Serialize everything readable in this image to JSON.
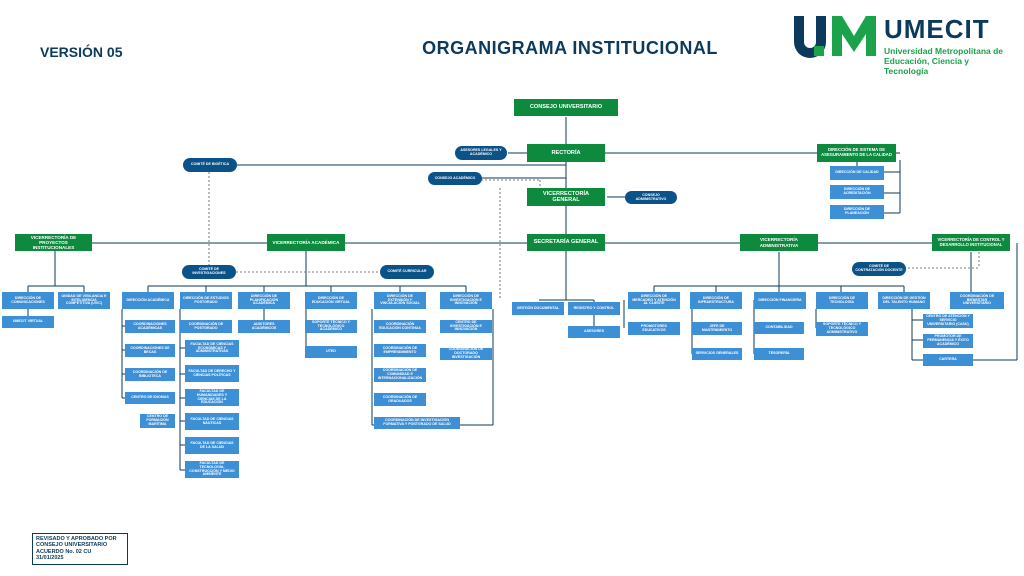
{
  "header": {
    "version": "VERSIÓN 05",
    "title": "ORGANIGRAMA INSTITUCIONAL"
  },
  "logo": {
    "name": "UMECIT",
    "subtitle_line1": "Universidad Metropolitana de",
    "subtitle_line2": "Educación, Ciencia y Tecnología"
  },
  "colors": {
    "green": "#0e8a3f",
    "blue_box": "#3d8fd6",
    "pill": "#0b5289",
    "title": "#0b3a5c"
  },
  "nodes": {
    "consejo_universitario": "CONSEJO UNIVERSITARIO",
    "rectoria": "RECTORÍA",
    "asesores": "ASESORES LEGALES Y ACADÉMICO",
    "consejo_academico": "CONSEJO ACADÉMICO",
    "comite_bioetica": "COMITÉ DE BIOÉTICA",
    "vicerrectoria_general": "VICERRECTORÍA GENERAL",
    "consejo_administrativo": "CONSEJO ADMINISTRATIVO",
    "dir_aseguramiento": "DIRECCIÓN DE SISTEMA DE ASEGURAMIENTO DE LA CALIDAD",
    "dir_calidad": "DIRECCIÓN DE CALIDAD",
    "dir_acreditacion": "DIRECCIÓN DE ACREDITACIÓN",
    "dir_planeacion": "DIRECCIÓN DE PLANEACIÓN",
    "vr_proyectos": "VICERRECTORÍA DE PROYECTOS INSTITUCIONALES",
    "vr_academica": "VICERRECTORÍA ACADÉMICA",
    "secretaria_general": "SECRETARÍA GENERAL",
    "vr_administrativa": "VICERRECTORÍA ADMINISTRATIVA",
    "vr_control": "VICERRECTORÍA DE CONTROL Y DESARROLLO INSTITUCIONAL",
    "comite_investigaciones": "COMITÉ DE INVESTIGACIONES",
    "comite_curricular": "COMITÉ CURRICULAR",
    "comite_contratacion": "COMITÉ DE CONTRATACIÓN DOCENTE",
    "dir_comunicaciones": "DIRECCIÓN DE COMUNICACIONES",
    "unidad_vigilancia": "UNIDAD DE VIGILANCIA E INTELIGENCIA COMPETITIVA (UVIC)",
    "umecit_virtual": "UMECIT VIRTUAL",
    "dir_academica": "DIRECCIÓN ACADÉMICA",
    "dir_postgrado": "DIRECCIÓN DE ESTUDIOS POSTGRADO",
    "dir_planif_academica": "DIRECCIÓN DE PLANIFICACIÓN ACADÉMICA",
    "dir_educacion_virtual": "DIRECCIÓN DE EDUCACIÓN VIRTUAL",
    "dir_extension": "DIRECCIÓN DE EXTENSIÓN Y VINCULACIÓN SOCIAL",
    "dir_investigacion": "DIRECCIÓN DE INVESTIGACIÓN E INNOVACIÓN",
    "coord_academicas": "COORDINACIONES ACADÉMICAS",
    "coord_becas": "COORDINACIONES DE BECAS",
    "coord_biblioteca": "COORDINACIÓN DE BIBLIOTECA",
    "centro_idiomas": "CENTRO DE IDIOMAS",
    "centro_formacion": "CENTRO DE FORMACIÓN MARÍTIMA",
    "coord_postgrado": "COORDINACIÓN DE POSTGRADO",
    "fac_economicas": "FACULTAD DE CIENCIAS ECONÓMICAS Y ADMINISTRATIVAS",
    "fac_derecho": "FACULTAD DE DERECHO Y CIENCIAS POLÍTICAS",
    "fac_humanidades": "FACULTAD DE HUMANIDADES Y CIENCIAS DE LA EDUCACIÓN",
    "fac_nauticas": "FACULTAD DE CIENCIAS NÁUTICAS",
    "fac_salud": "FACULTAD DE CIENCIAS DE LA SALUD",
    "fac_tecnologia": "FACULTAD DE TECNOLOGÍA, CONSTRUCCIÓN Y MEDIO AMBIENTE",
    "auditores": "AUDITORES ACADÉMICOS",
    "soporte_tecnico_academico": "SOPORTE TÉCNICO Y TECNOLÓGICO ACADÉMICO",
    "ued": "UTED",
    "coord_educacion_continua": "COORDINACIÓN EDUCACIÓN CONTINUA",
    "coord_emprendimiento": "COORDINACIÓN DE EMPRENDIMIENTO",
    "coord_comunidad": "COORDINACIÓN DE COMUNIDAD E INTERNACIONALIZACIÓN",
    "coord_graduados": "COORDINACIÓN DE GRADUADOS",
    "centro_investigacion": "CENTRO DE INVESTIGACIÓN E INNOVACIÓN",
    "coord_doctorado": "COORDINACIÓN DE DOCTORADO INVESTIGACIÓN",
    "coord_investigacion_formativa": "COORDINACIÓN DE INVESTIGACIÓN FORMATIVA Y POSTGRADO DE SALUD",
    "gestion_documental": "GESTIÓN DOCUMENTAL",
    "registro_control": "REGISTRO Y CONTROL",
    "asesores_sec": "ASESORES",
    "dir_mercadeo": "DIRECCIÓN DE MERCADEO Y ATENCIÓN AL CLIENTE",
    "promotores": "PROMOTORES EDUCATIVOS",
    "dir_infraestructura": "DIRECCIÓN DE INFRAESTRUCTURA",
    "jefe_mantenimiento": "JEFE DE MANTENIMIENTO",
    "servicios_generales": "SERVICIOS GENERALES",
    "dir_financiera": "DIRECCIÓN FINANCIERA",
    "contabilidad": "CONTABILIDAD",
    "tesoreria": "TESORERÍA",
    "dir_tecnologia": "DIRECCIÓN DE TECNOLOGÍA",
    "soporte_tecnico_admin": "SOPORTE TÉCNICO Y TECNOLÓGICO ADMINISTRATIVO",
    "dir_talento": "DIRECCIÓN DE GESTIÓN DEL TALENTO HUMANO",
    "coord_bienestar": "COORDINACIÓN DE BIENESTAR UNIVERSITARIO",
    "centro_atencion": "CENTRO DE ATENCIÓN Y SERVICIO UNIVERSITARIO (CASU)",
    "promotor_permanencia": "PROMOTOR DE PERMANENCIA Y ÉXITO ACADÉMICO",
    "cartera": "CARTERA"
  },
  "review": {
    "line1": "REVISADO Y APROBADO POR",
    "line2": "CONSEJO UNIVERSITARIO",
    "line3": "ACUERDO No. 02 CU",
    "line4": "31/01/2025"
  }
}
